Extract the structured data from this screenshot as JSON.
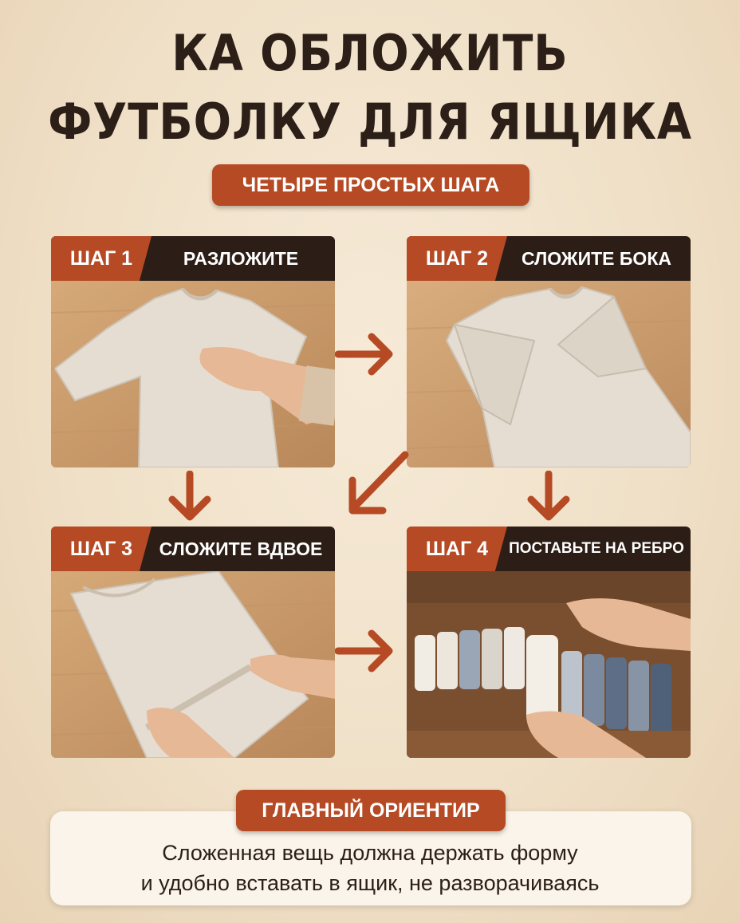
{
  "title": {
    "line1": "КА ОБЛОЖИТЬ",
    "line2": "ФУТБОЛКУ ДЛЯ ЯЩИКА"
  },
  "subtitle": "ЧЕТЫРЕ ПРОСТЫХ ШАГА",
  "steps": [
    {
      "step": "ШАГ 1",
      "action": "РАЗЛОЖИТЕ"
    },
    {
      "step": "ШАГ 2",
      "action": "СЛОЖИТЕ БОКА"
    },
    {
      "step": "ШАГ 3",
      "action": "СЛОЖИТЕ ВДВОЕ"
    },
    {
      "step": "ШАГ 4",
      "action": "ПОСТАВЬТЕ НА РЕБРО"
    }
  ],
  "guide": {
    "label": "ГЛАВНЫЙ ОРИЕНТИР",
    "line1": "Сложенная вещь должна держать форму",
    "line2": "и удобно вставать в ящик, не разворачиваясь"
  },
  "colors": {
    "accent": "#b54a24",
    "dark": "#2c1d16",
    "background": "#f3e6d1"
  }
}
